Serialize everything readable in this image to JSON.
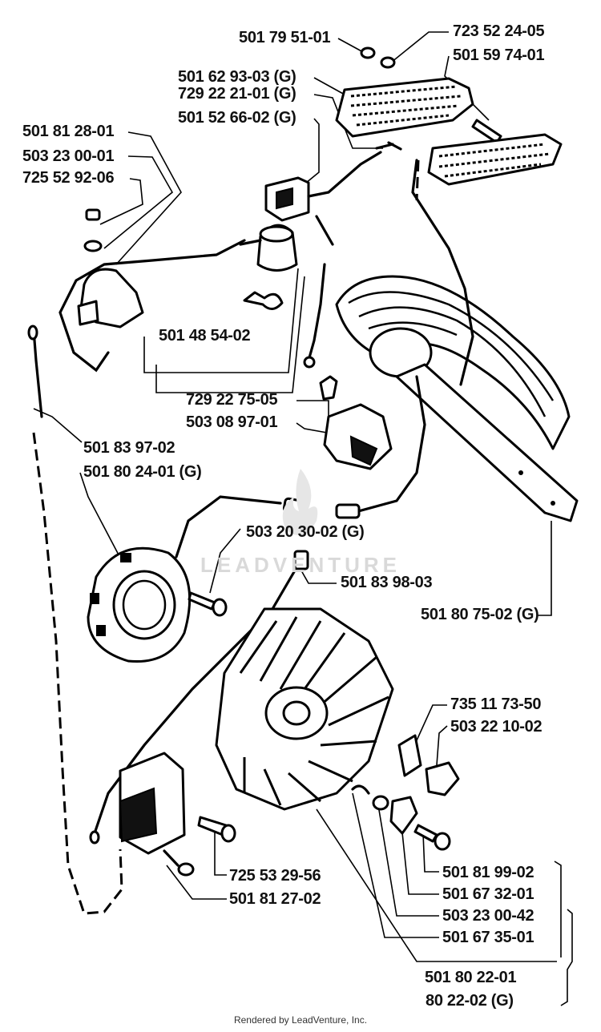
{
  "labels": [
    {
      "text": "501 79 51-01"
    },
    {
      "text": "723 52 24-05"
    },
    {
      "text": "501 59 74-01"
    },
    {
      "text": "501 62 93-03 (G)"
    },
    {
      "text": "729 22 21-01 (G)"
    },
    {
      "text": "501 52 66-02 (G)"
    },
    {
      "text": "501 81 28-01"
    },
    {
      "text": "503 23 00-01"
    },
    {
      "text": "725 52 92-06"
    },
    {
      "text": "501 48 54-02"
    },
    {
      "text": "729 22 75-05"
    },
    {
      "text": "503 08 97-01"
    },
    {
      "text": "501 83 97-02"
    },
    {
      "text": "501 80 24-01 (G)"
    },
    {
      "text": "503 20 30-02 (G)"
    },
    {
      "text": "501 83 98-03"
    },
    {
      "text": "501 80 75-02 (G)"
    },
    {
      "text": "735 11 73-50"
    },
    {
      "text": "503 22 10-02"
    },
    {
      "text": "725 53 29-56"
    },
    {
      "text": "501 81 27-02"
    },
    {
      "text": "501 81 99-02"
    },
    {
      "text": "501 67 32-01"
    },
    {
      "text": "503 23 00-42"
    },
    {
      "text": "501 67 35-01"
    },
    {
      "text": "501 80 22-01"
    },
    {
      "text": "80 22-02 (G)"
    }
  ],
  "watermark": "LEADVENTURE",
  "footer": "Rendered by LeadVenture, Inc."
}
